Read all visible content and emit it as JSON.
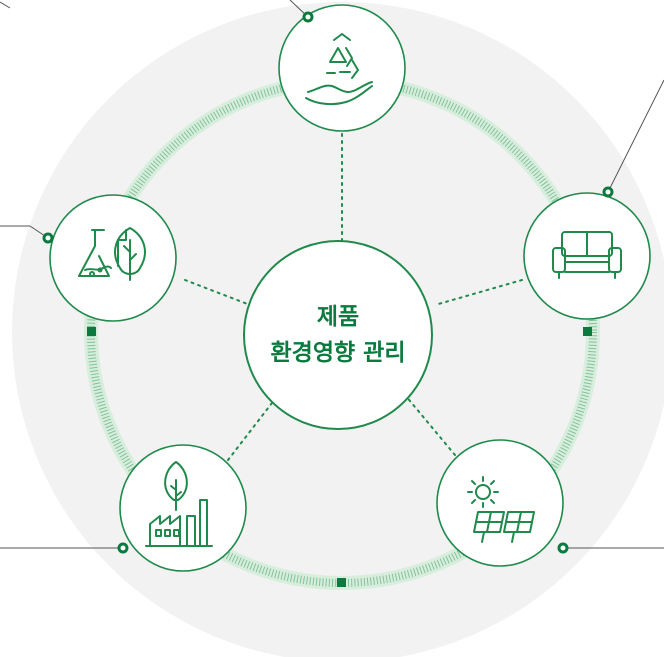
{
  "center": {
    "line1": "제품",
    "line2": "환경영향 관리"
  },
  "colors": {
    "brand_green": "#0b7a3e",
    "line_green": "#1f8a4c",
    "ring_light": "#d7eedd",
    "background_disc": "#f2f2f2",
    "leader_gray": "#555555"
  },
  "nodes": [
    {
      "id": "recycle",
      "icon": "recycle-hand-icon"
    },
    {
      "id": "furniture",
      "icon": "sofa-icon"
    },
    {
      "id": "solar",
      "icon": "solar-panel-icon"
    },
    {
      "id": "factory",
      "icon": "eco-factory-icon"
    },
    {
      "id": "lab",
      "icon": "flask-leaf-icon"
    }
  ]
}
